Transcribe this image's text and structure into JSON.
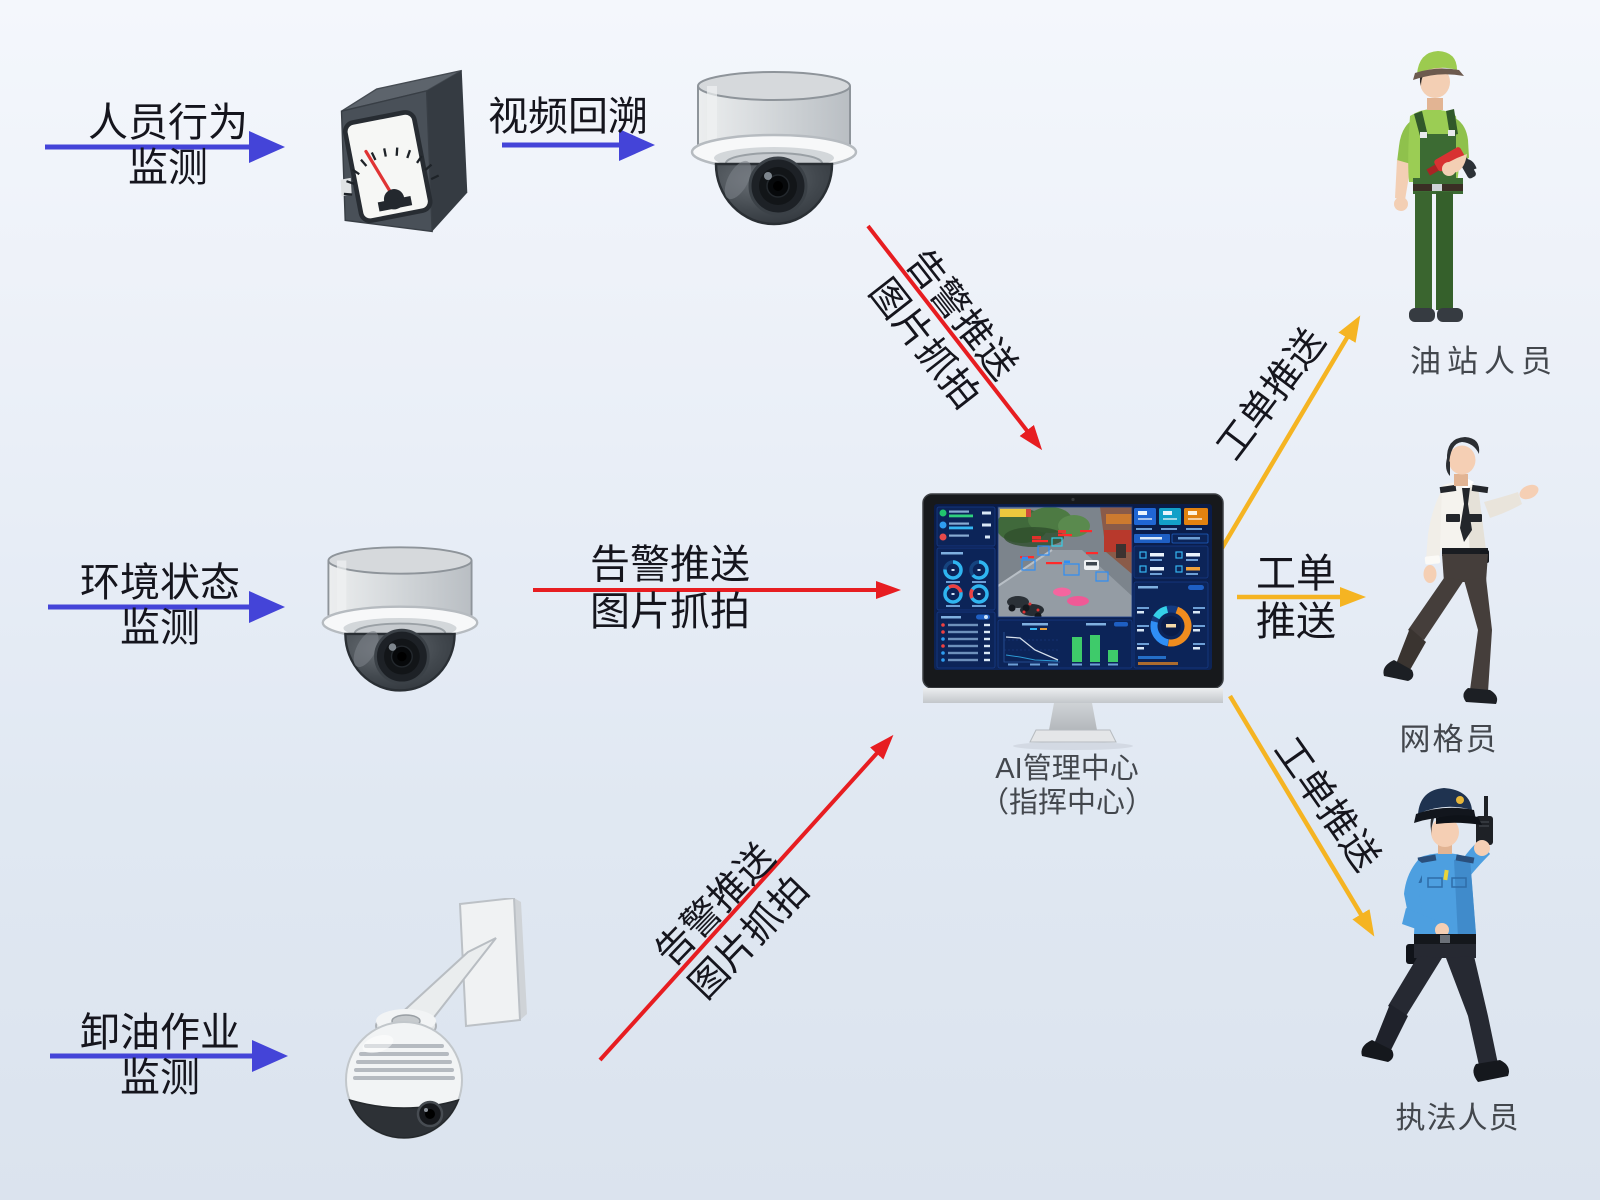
{
  "palette": {
    "blue_arrow": "#4444d8",
    "red_arrow": "#e71d21",
    "yellow_arrow": "#f5b422",
    "flow_text": "#15151d",
    "caption_text": "#43474d"
  },
  "sources": {
    "personnel_behavior": {
      "line1": "人员行为",
      "line2": "监测"
    },
    "environment_status": {
      "line1": "环境状态",
      "line2": "监测"
    },
    "oil_unloading": {
      "line1": "卸油作业",
      "line2": "监测"
    }
  },
  "flows": {
    "video_traceback": "视频回溯",
    "alarm_push": {
      "line1": "告警推送",
      "line2": "图片抓拍"
    },
    "work_order": "工单推送",
    "work_order_split": {
      "line1": "工单",
      "line2": "推送"
    }
  },
  "center": {
    "line1": "AI管理中心",
    "line2": "（指挥中心）"
  },
  "receivers": {
    "station_staff": "油站人员",
    "grid_officer": "网格员",
    "law_enforcement": "执法人员"
  },
  "icons": {
    "meter": "pressure-meter-icon",
    "dome_camera_1": "dome-camera-icon",
    "dome_camera_2": "dome-camera-icon",
    "ptz_camera": "ptz-camera-icon",
    "monitor": "ai-dashboard-monitor-icon",
    "station_staff": "gas-station-worker-figure",
    "grid_officer": "grid-officer-figure",
    "law_enforcement": "police-officer-figure"
  }
}
